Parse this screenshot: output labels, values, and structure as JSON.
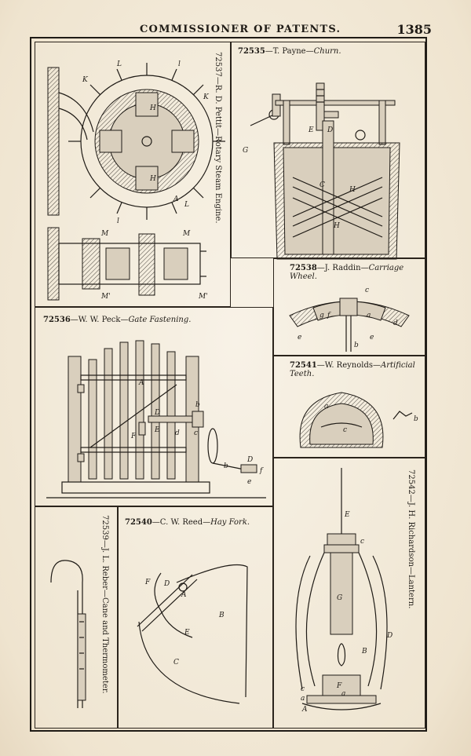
{
  "header": {
    "title": "COMMISSIONER OF PATENTS.",
    "page_number": "1385"
  },
  "patents": [
    {
      "number": "72537",
      "sep": "—",
      "inventor": "R. D. Pettit",
      "invention": "Rotary Steam Engine."
    },
    {
      "number": "72535",
      "sep": "—",
      "inventor": "T. Payne",
      "invention": "Churn."
    },
    {
      "number": "72538",
      "sep": "—",
      "inventor": "J. Raddin",
      "invention": "Carriage Wheel."
    },
    {
      "number": "72536",
      "sep": "—",
      "inventor": "W. W. Peck",
      "invention": "Gate Fastening."
    },
    {
      "number": "72541",
      "sep": "—",
      "inventor": "W. Reynolds",
      "invention": "Artificial Teeth."
    },
    {
      "number": "72539",
      "sep": "—",
      "inventor": "J. L. Reber",
      "invention": "Cane and Thermometer."
    },
    {
      "number": "72540",
      "sep": "—",
      "inventor": "C. W. Reed",
      "invention": "Hay Fork."
    },
    {
      "number": "72542",
      "sep": "—",
      "inventor": "J. H. Richardson",
      "invention": "Lantern."
    }
  ],
  "figure_letters": {
    "engine": [
      "K",
      "L",
      "L",
      "K",
      "l",
      "l",
      "H",
      "H",
      "A",
      "M",
      "M",
      "M'",
      "M'"
    ],
    "churn": [
      "G",
      "E",
      "D",
      "C",
      "H",
      "H"
    ],
    "wheel": [
      "c",
      "g",
      "f",
      "a",
      "e",
      "e",
      "b",
      "d"
    ],
    "gate": [
      "A",
      "D",
      "E",
      "F",
      "b",
      "c",
      "d",
      "b",
      "D",
      "f",
      "e"
    ],
    "teeth": [
      "a",
      "c",
      "b"
    ],
    "hayfork": [
      "F",
      "D",
      "A",
      "B",
      "E",
      "C"
    ],
    "lantern": [
      "E",
      "c",
      "G",
      "B",
      "D",
      "F",
      "a",
      "c",
      "a",
      "A"
    ]
  }
}
